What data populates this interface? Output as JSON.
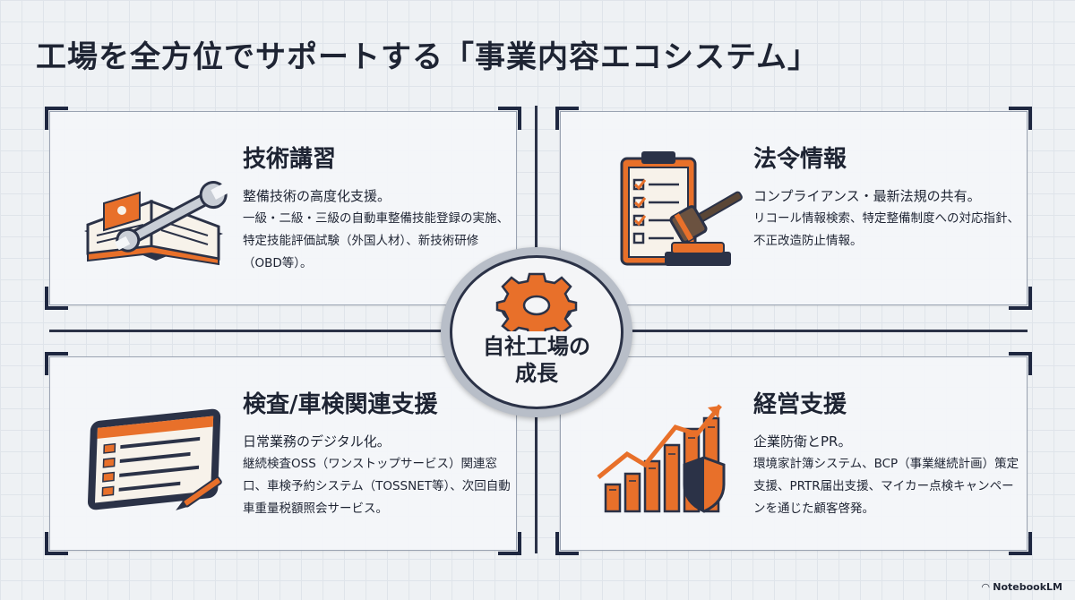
{
  "title": "工場を全方位でサポートする「事業内容エコシステム」",
  "center": {
    "line1": "自社工場の",
    "line2": "成長"
  },
  "cards": [
    {
      "title": "技術講習",
      "lead": "整備技術の高度化支援。",
      "body": "一級・二級・三級の自動車整備技能登録の実施、特定技能評価試験（外国人材）、新技術研修（OBD等）。"
    },
    {
      "title": "法令情報",
      "lead": "コンプライアンス・最新法規の共有。",
      "body": "リコール情報検索、特定整備制度への対応指針、不正改造防止情報。"
    },
    {
      "title": "検査/車検関連支援",
      "lead": "日常業務のデジタル化。",
      "body": "継続検査OSS（ワンストップサービス）関連窓口、車検予約システム（TOSSNET等）、次回自動車重量税額照会サービス。"
    },
    {
      "title": "経営支援",
      "lead": "企業防衛とPR。",
      "body": "環境家計簿システム、BCP（事業継続計画）策定支援、PRTR届出支援、マイカー点検キャンペーンを通じた顧客啓発。"
    }
  ],
  "footer": "NotebookLM",
  "colors": {
    "accent": "#e8702a",
    "navy": "#2b3247"
  },
  "icons": [
    "book-wrench-icon",
    "clipboard-gavel-icon",
    "tablet-form-icon",
    "growth-chart-shield-icon",
    "gear-icon"
  ]
}
